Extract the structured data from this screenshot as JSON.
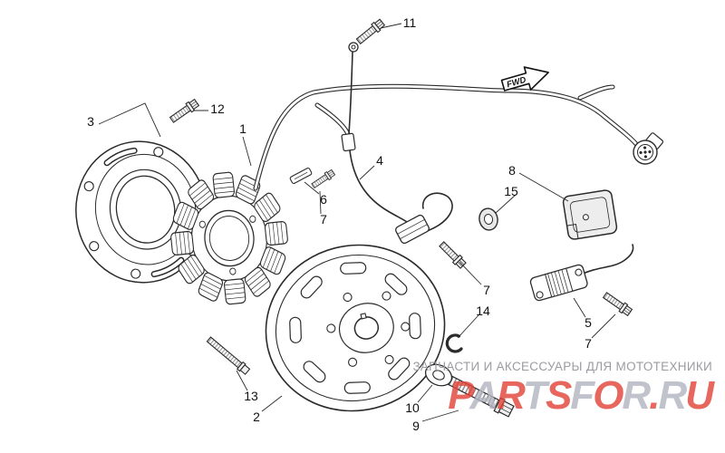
{
  "diagram": {
    "fwd_label": "FWD",
    "callouts": [
      "11",
      "3",
      "12",
      "1",
      "4",
      "6",
      "7",
      "8",
      "15",
      "7",
      "14",
      "5",
      "7",
      "13",
      "2",
      "10",
      "9"
    ]
  },
  "watermark": {
    "tagline": "ЗАПЧАСТИ И АКСЕССУАРЫ ДЛЯ МОТОТЕХНИКИ",
    "brand": "PARTSFOR.RU",
    "brand_letters": [
      {
        "ch": "P",
        "cls": "wm-red"
      },
      {
        "ch": "A",
        "cls": "wm-gray"
      },
      {
        "ch": "R",
        "cls": "wm-red"
      },
      {
        "ch": "T",
        "cls": "wm-gray"
      },
      {
        "ch": "S",
        "cls": "wm-red"
      },
      {
        "ch": "F",
        "cls": "wm-gray"
      },
      {
        "ch": "O",
        "cls": "wm-red"
      },
      {
        "ch": "R",
        "cls": "wm-gray"
      },
      {
        "ch": ".",
        "cls": "wm-red"
      },
      {
        "ch": "R",
        "cls": "wm-gray"
      },
      {
        "ch": "U",
        "cls": "wm-red"
      }
    ],
    "colors": {
      "red": "#e2453a",
      "gray": "#b4b6c2",
      "tagline": "#9b9ba1"
    }
  }
}
